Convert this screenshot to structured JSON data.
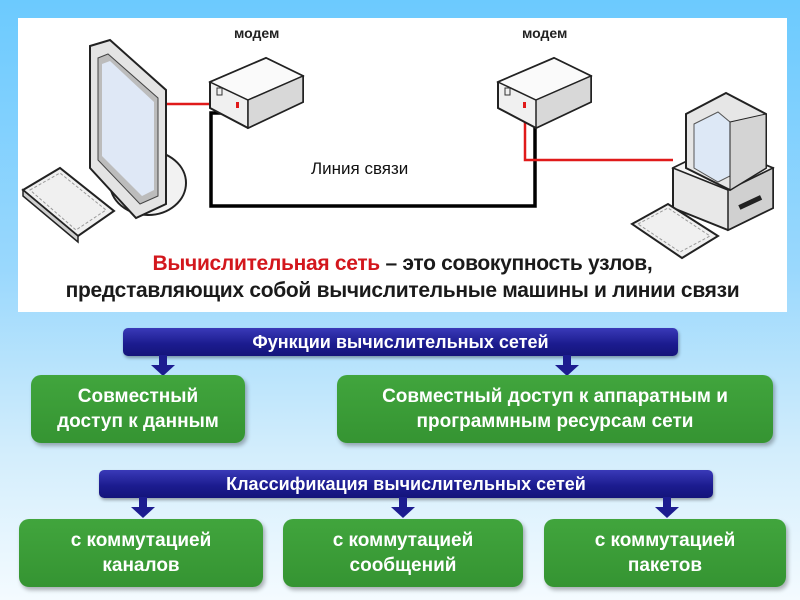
{
  "diagram": {
    "modem_left_label": "модем",
    "modem_right_label": "модем",
    "line_label": "Линия связи",
    "definition": {
      "term": "Вычислительная сеть",
      "rest_line1": " – это совокупность узлов,",
      "line2": "представляющих собой вычислительные машины и линии связи"
    },
    "colors": {
      "term": "#d3171d",
      "red_cable": "#e01a1a",
      "black_cable": "#000000",
      "header_bar": "#1c1c90",
      "box": "#3a9a37"
    }
  },
  "functions": {
    "header": "Функции вычислительных сетей",
    "items": [
      {
        "line1": "Совместный",
        "line2": "доступ к данным"
      },
      {
        "line1": "Совместный доступ к аппаратным и",
        "line2": "программным ресурсам сети"
      }
    ]
  },
  "classification": {
    "header": "Классификация вычислительных сетей",
    "items": [
      {
        "line1": "с коммутацией",
        "line2": "каналов"
      },
      {
        "line1": "с коммутацией",
        "line2": "сообщений"
      },
      {
        "line1": "с коммутацией",
        "line2": "пакетов"
      }
    ]
  }
}
